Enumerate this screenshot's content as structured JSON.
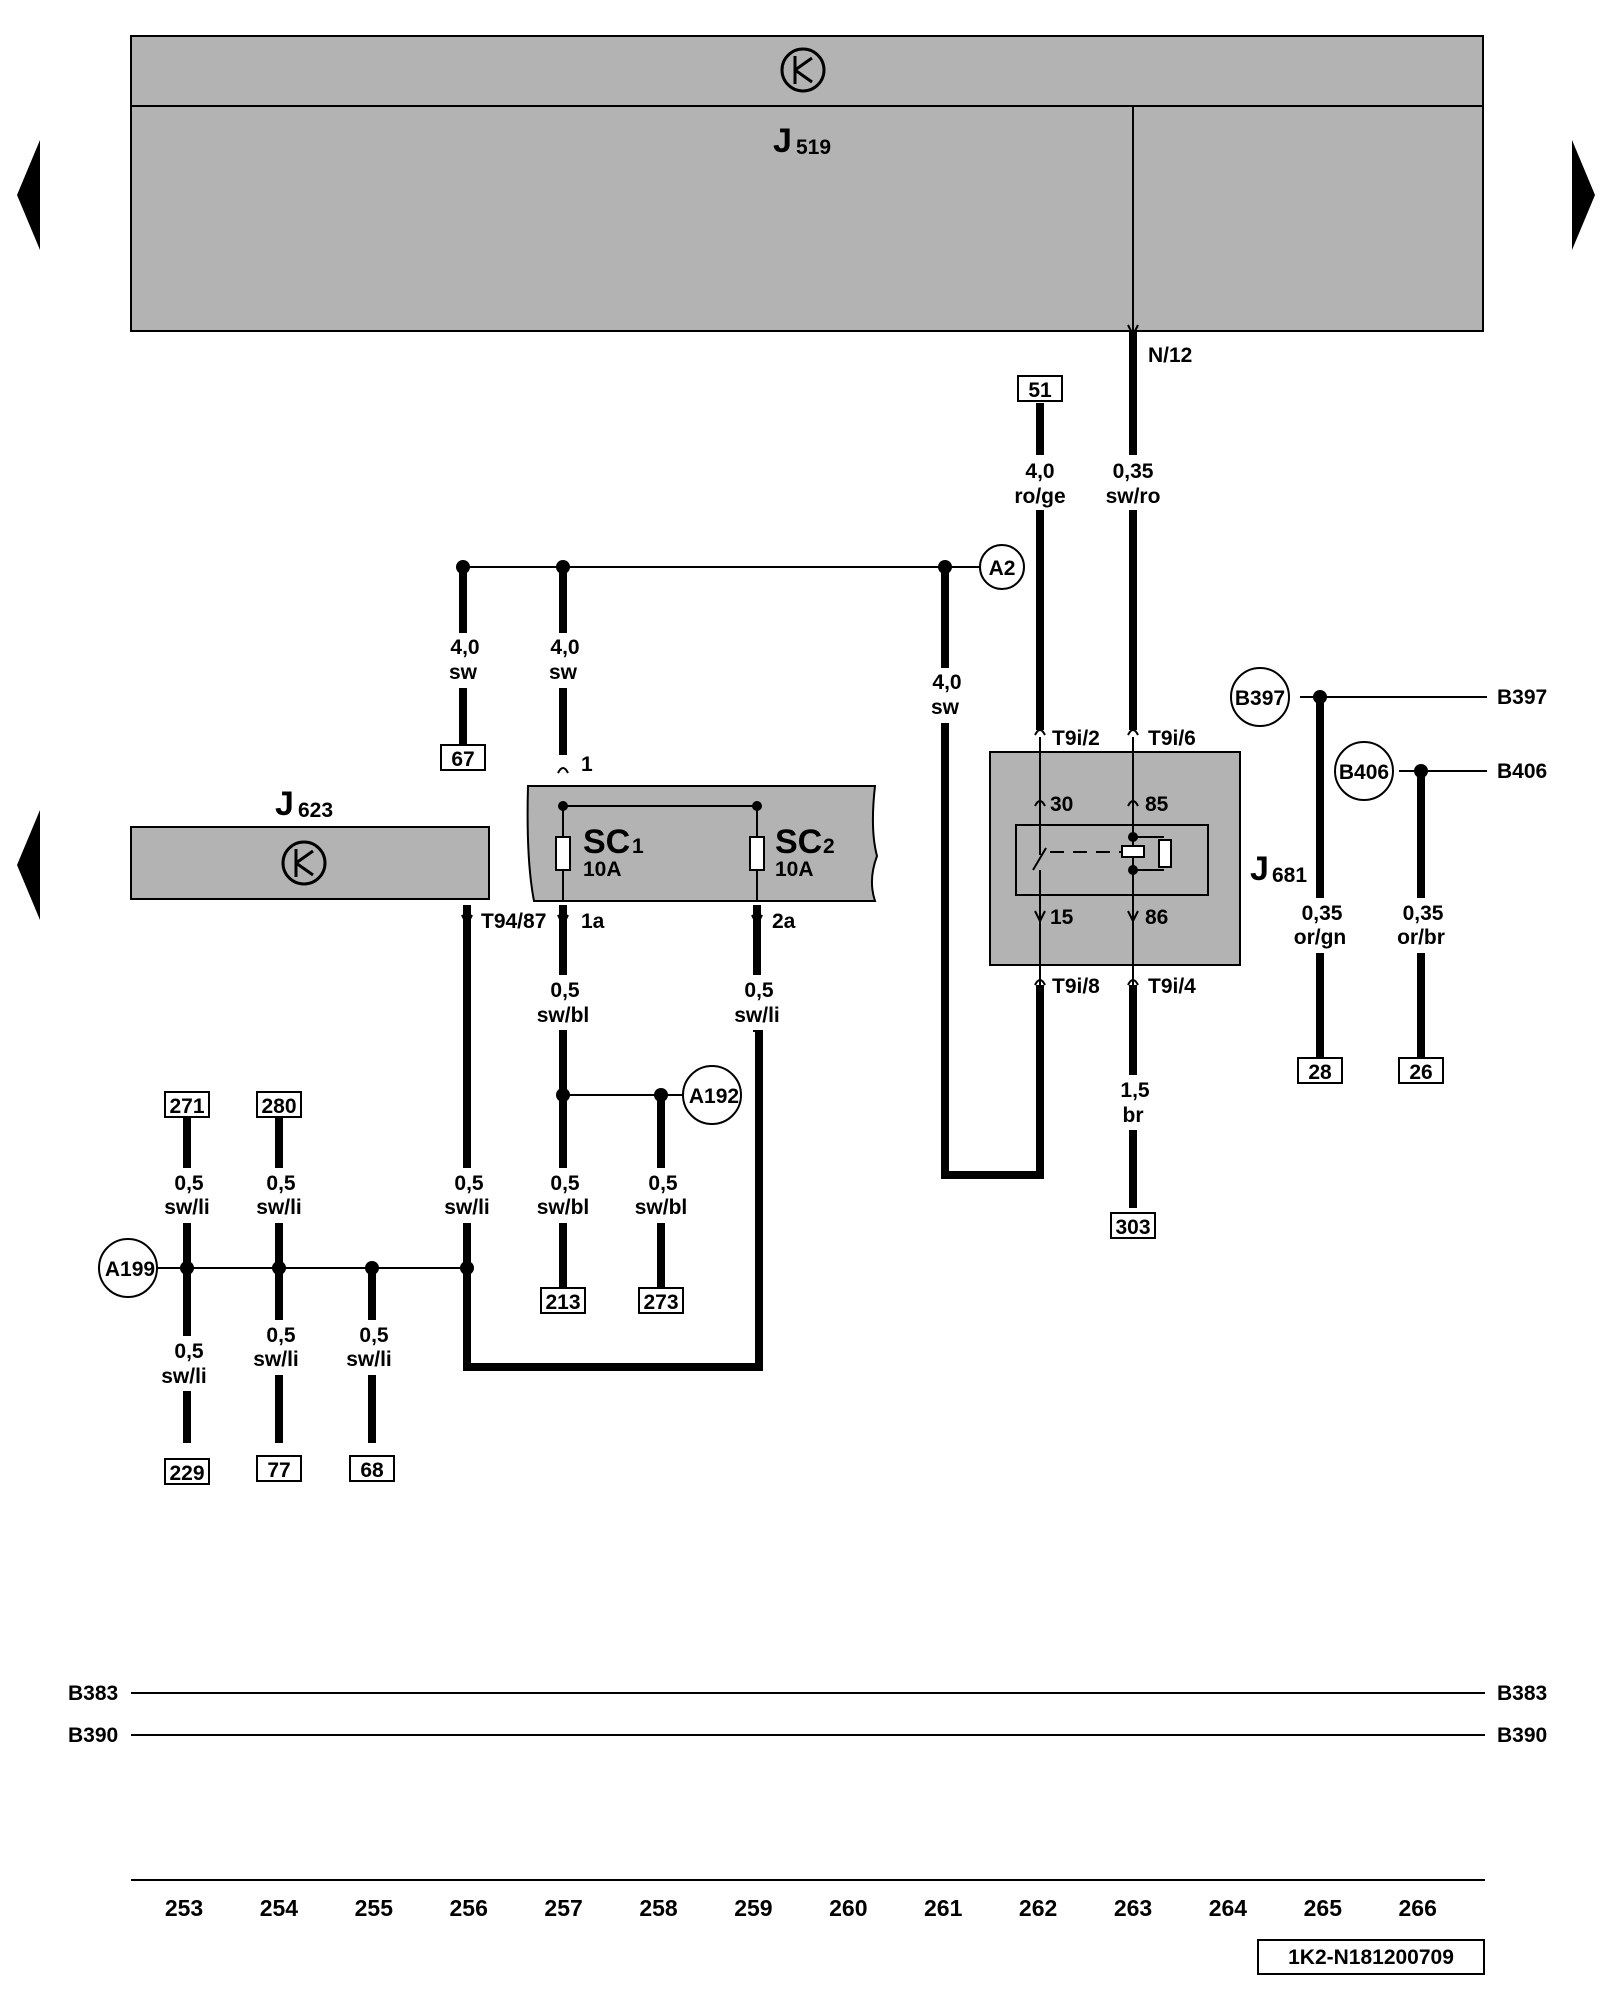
{
  "components": {
    "j519": {
      "letter": "J",
      "sub": "519"
    },
    "j623": {
      "letter": "J",
      "sub": "623"
    },
    "j681": {
      "letter": "J",
      "sub": "681"
    },
    "sc1": {
      "name": "SC",
      "sub": "1",
      "rating": "10A"
    },
    "sc2": {
      "name": "SC",
      "sub": "2",
      "rating": "10A"
    }
  },
  "pins": {
    "n12": "N/12",
    "t9i2": "T9i/2",
    "t9i6": "T9i/6",
    "t9i8": "T9i/8",
    "t9i4": "T9i/4",
    "t94_87": "T94/87",
    "sc_in": "1",
    "sc1_out": "1a",
    "sc2_out": "2a",
    "relay30": "30",
    "relay85": "85",
    "relay15": "15",
    "relay86": "86"
  },
  "wires": {
    "w262": {
      "size": "4,0",
      "color": "ro/ge"
    },
    "w263": {
      "size": "0,35",
      "color": "sw/ro"
    },
    "w256_top": {
      "size": "4,0",
      "color": "sw"
    },
    "w257_top": {
      "size": "4,0",
      "color": "sw"
    },
    "w261": {
      "size": "4,0",
      "color": "sw"
    },
    "w265": {
      "size": "0,35",
      "color": "or/gn"
    },
    "w266": {
      "size": "0,35",
      "color": "or/br"
    },
    "w257_mid": {
      "size": "0,5",
      "color": "sw/bl"
    },
    "w259_mid": {
      "size": "0,5",
      "color": "sw/li"
    },
    "w263_low": {
      "size": "1,5",
      "color": "br"
    },
    "w253_up": {
      "size": "0,5",
      "color": "sw/li"
    },
    "w254_up": {
      "size": "0,5",
      "color": "sw/li"
    },
    "w256_low": {
      "size": "0,5",
      "color": "sw/li"
    },
    "w257_low": {
      "size": "0,5",
      "color": "sw/bl"
    },
    "w258_low": {
      "size": "0,5",
      "color": "sw/bl"
    },
    "w253_down": {
      "size": "0,5",
      "color": "sw/li"
    },
    "w254_down": {
      "size": "0,5",
      "color": "sw/li"
    },
    "w255_down": {
      "size": "0,5",
      "color": "sw/li"
    }
  },
  "refs": {
    "r51": "51",
    "r67": "67",
    "r28": "28",
    "r26": "26",
    "r303": "303",
    "r271": "271",
    "r280": "280",
    "r213": "213",
    "r273": "273",
    "r229": "229",
    "r77": "77",
    "r68": "68"
  },
  "nodes": {
    "a2": "A2",
    "a192": "A192",
    "a199": "A199",
    "b397": "B397",
    "b406": "B406"
  },
  "bus": {
    "b397_out": "B397",
    "b406_out": "B406",
    "b383_left": "B383",
    "b383_right": "B383",
    "b390_left": "B390",
    "b390_right": "B390"
  },
  "axis": [
    "253",
    "254",
    "255",
    "256",
    "257",
    "258",
    "259",
    "260",
    "261",
    "262",
    "263",
    "264",
    "265",
    "266"
  ],
  "doc_id": "1K2-N181200709"
}
